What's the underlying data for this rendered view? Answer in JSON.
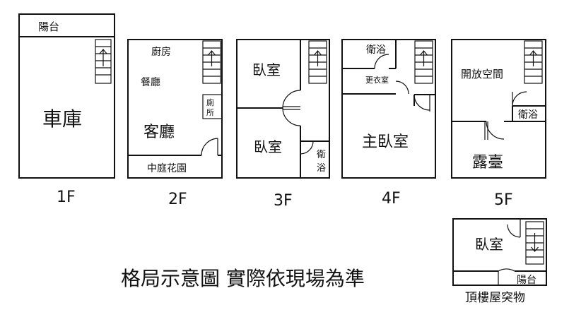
{
  "colors": {
    "line": "#111111",
    "background": "#ffffff"
  },
  "floors": {
    "f1": {
      "tag": "1F",
      "garage": "車庫",
      "balcony": "陽台"
    },
    "f2": {
      "tag": "2F",
      "kitchen": "廚房",
      "dining": "餐廳",
      "living": "客廳",
      "toilet_1": "廁",
      "toilet_2": "所",
      "courtyard": "中庭花園"
    },
    "f3": {
      "tag": "3F",
      "bedroom_top": "臥室",
      "bedroom_bottom": "臥室",
      "bath_1": "衛",
      "bath_2": "浴"
    },
    "f4": {
      "tag": "4F",
      "bath": "衛浴",
      "closet": "更衣室",
      "master": "主臥室"
    },
    "f5": {
      "tag": "5F",
      "open_space": "開放空間",
      "bath": "衛浴",
      "terrace": "露臺"
    },
    "roof": {
      "bedroom": "臥室",
      "balcony": "陽台",
      "caption": "頂樓屋突物"
    }
  },
  "note": "格局示意圖 實際依現場為準",
  "icons": {
    "stair": "staircase-icon",
    "door": "door-swing-icon"
  }
}
